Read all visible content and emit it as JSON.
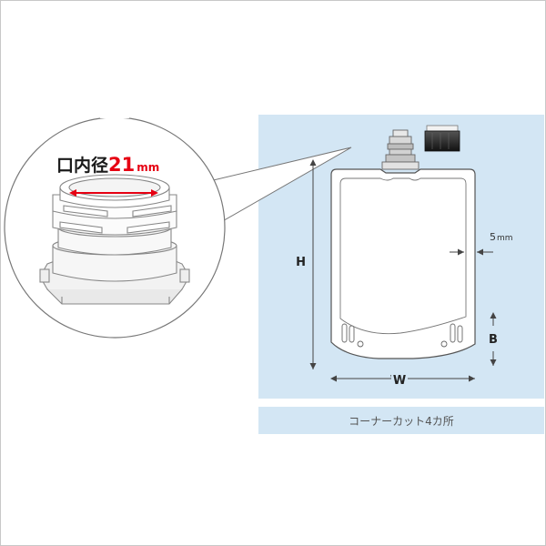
{
  "callout": {
    "title_prefix": "口内径",
    "title_value": "21",
    "title_unit": "mm"
  },
  "dimensions": {
    "height": "H",
    "width": "W",
    "bottom": "B",
    "seal_width": "5",
    "seal_unit": "mm"
  },
  "caption": "コーナーカット4カ所",
  "colors": {
    "accent_red": "#e60012",
    "panel_blue": "#d3e6f4",
    "line_gray": "#555555"
  }
}
